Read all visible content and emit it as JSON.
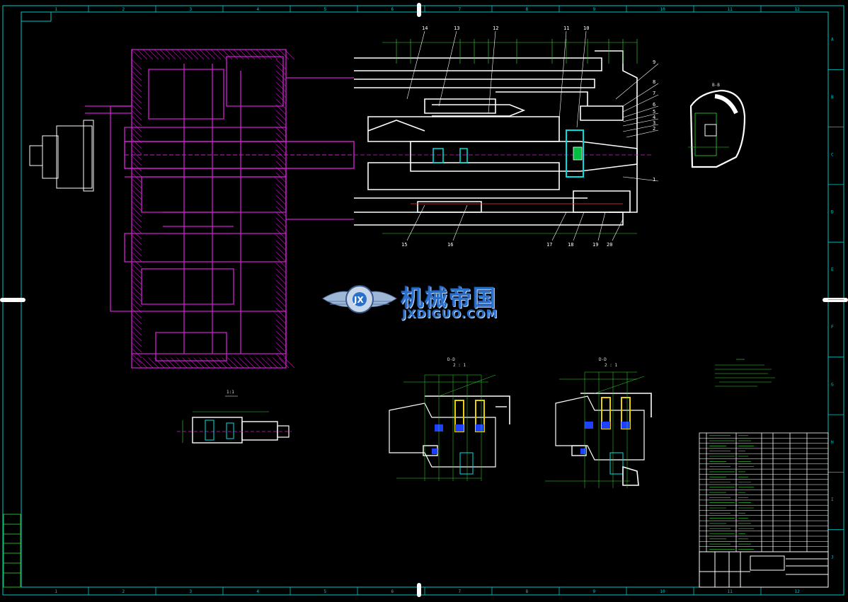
{
  "colors": {
    "background": "#000000",
    "frame": "#00c8c8",
    "gearbox": "#d020d0",
    "parts": "#ffffff",
    "dims": "#2fe02f",
    "accent_blue": "#1e40ff",
    "accent_yellow": "#e8d000",
    "watermark": "#2a6fc9"
  },
  "grid": {
    "columns": [
      "1",
      "2",
      "3",
      "4",
      "5",
      "6",
      "7",
      "8",
      "9",
      "10",
      "11",
      "12"
    ],
    "rows": [
      "A",
      "B",
      "C",
      "D",
      "E",
      "F",
      "G",
      "H",
      "I",
      "J"
    ]
  },
  "callouts": {
    "top": [
      "14",
      "13",
      "12",
      "11",
      "10"
    ],
    "right": [
      "9",
      "8",
      "7",
      "6",
      "5",
      "4",
      "3",
      "2",
      "1"
    ],
    "bottom": [
      "15",
      "16",
      "17",
      "18",
      "19",
      "20"
    ]
  },
  "section_labels": {
    "b_b": "B-B",
    "d_d_left": "D-D",
    "d_d_left_scale": "2 : 1",
    "d_d_right": "D-D",
    "d_d_right_scale": "2 : 1",
    "detail": "1:1"
  },
  "watermark": {
    "title": "机械帝国",
    "subtitle": "JXDIGUO.COM",
    "logo_icon": "gear-wings-logo-icon"
  }
}
